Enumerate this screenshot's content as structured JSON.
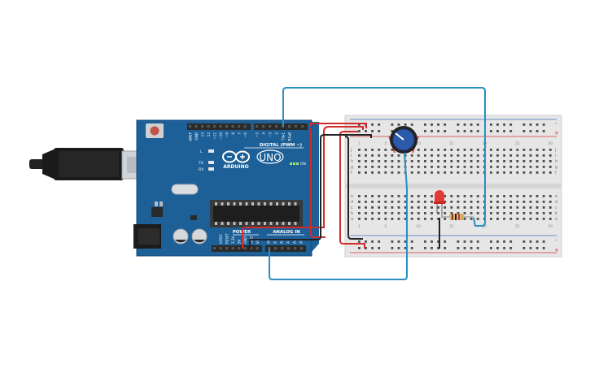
{
  "arduino": {
    "brand": "ARDUINO",
    "model": "UNO",
    "on_label": "ON",
    "digital_label": "DIGITAL (PWM ~)",
    "power_label": "POWER",
    "analog_label": "ANALOG IN",
    "led_l": "L",
    "led_tx": "TX",
    "led_rx": "RX",
    "digital_pins": [
      "AREF",
      "GND",
      "13",
      "12",
      "~11",
      "~10",
      "~9",
      "8",
      "7",
      "~6",
      "~5",
      "4",
      "~3",
      "2",
      "TX▸1",
      "RX◂0"
    ],
    "power_pins": [
      "IOREF",
      "RESET",
      "3.3V",
      "5V",
      "GND",
      "GND",
      "Vin"
    ],
    "analog_pins": [
      "A0",
      "A1",
      "A2",
      "A3",
      "A4",
      "A5"
    ]
  },
  "breadboard": {
    "row_letters_top": [
      "j",
      "i",
      "h",
      "g",
      "f"
    ],
    "row_letters_bottom": [
      "e",
      "d",
      "c",
      "b",
      "a"
    ],
    "column_numbers": [
      "1",
      "5",
      "10",
      "15",
      "20",
      "25",
      "30"
    ],
    "plus": "+",
    "minus": "-"
  },
  "colors": {
    "board": "#1d5f97",
    "board_dark": "#16497a",
    "wire_blue": "#2a8fbd",
    "wire_red": "#d22b2b",
    "wire_black": "#222222",
    "breadboard": "#e6e6e6",
    "rail_red": "#d33",
    "rail_blue": "#3a6fc4",
    "led": "#e53935",
    "pot": "#2b5aa8"
  }
}
